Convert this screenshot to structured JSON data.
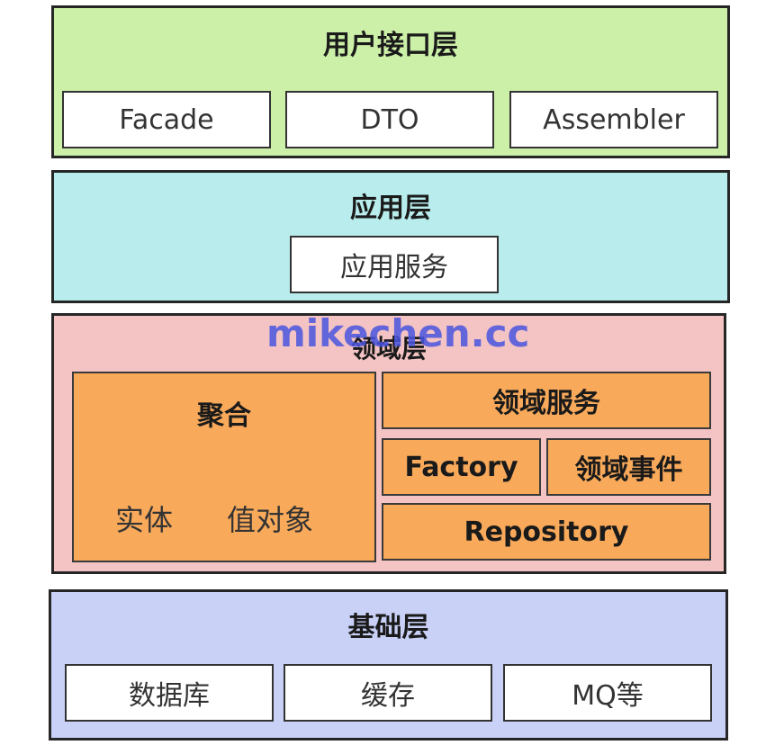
{
  "colors": {
    "interface_layer": "#ccf0a8",
    "application_layer": "#b9ecec",
    "domain_layer": "#f4c3c3",
    "infrastructure_layer": "#c9d1f7",
    "orange_box": "#f8a95a",
    "watermark": "#4a55e0"
  },
  "interface_layer": {
    "title": "用户接口层",
    "items": [
      "Facade",
      "DTO",
      "Assembler"
    ]
  },
  "application_layer": {
    "title": "应用层",
    "items": [
      "应用服务"
    ]
  },
  "domain_layer": {
    "title": "领域层",
    "aggregate": {
      "title": "聚合",
      "entity": "实体",
      "value_object": "值对象"
    },
    "domain_service": "领域服务",
    "factory": "Factory",
    "domain_event": "领域事件",
    "repository": "Repository"
  },
  "infrastructure_layer": {
    "title": "基础层",
    "items": [
      "数据库",
      "缓存",
      "MQ等"
    ]
  },
  "watermark": "mikechen.cc"
}
